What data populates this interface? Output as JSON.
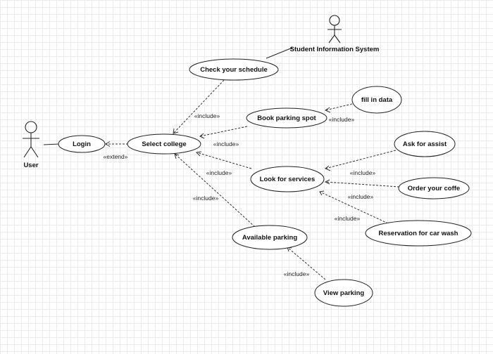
{
  "actors": {
    "user": "User",
    "sis": "Student Information System"
  },
  "use_cases": {
    "login": "Login",
    "select_college": "Select college",
    "check_schedule": "Check your schedule",
    "book_parking": "Book parking spot",
    "fill_data": "fill in data",
    "look_services": "Look for services",
    "ask_assist": "Ask for assist",
    "order_coffe": "Order your coffe",
    "car_wash": "Reservation for car wash",
    "available_parking": "Available parking",
    "view_parking": "View parking"
  },
  "relations": {
    "extend_login": "«extend»",
    "include_schedule": "«include»",
    "include_book": "«include»",
    "include_services": "«include»",
    "include_available": "«include»",
    "include_fill": "«include»",
    "include_assist": "«include»",
    "include_coffe": "«include»",
    "include_wash": "«include»",
    "include_view": "«include»"
  }
}
